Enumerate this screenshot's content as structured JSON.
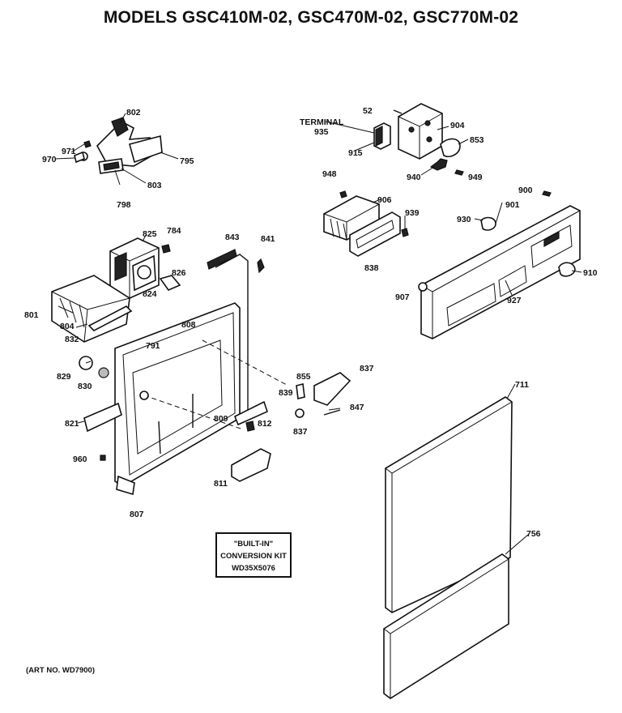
{
  "title": "MODELS GSC410M-02, GSC470M-02, GSC770M-02",
  "art_number": "(ART NO. WD7900)",
  "conversion_kit": {
    "line1": "\"BUILT-IN\"",
    "line2": "CONVERSION KIT",
    "line3": "WD35X5076"
  },
  "terminal_label": "TERMINAL",
  "callouts": [
    "802",
    "971",
    "970",
    "795",
    "803",
    "798",
    "52",
    "935",
    "915",
    "904",
    "853",
    "940",
    "949",
    "948",
    "906",
    "939",
    "838",
    "900",
    "901",
    "930",
    "910",
    "907",
    "927",
    "825",
    "784",
    "843",
    "841",
    "826",
    "824",
    "801",
    "804",
    "832",
    "808",
    "791",
    "829",
    "830",
    "855",
    "837",
    "839",
    "847",
    "809",
    "812",
    "821",
    "960",
    "811",
    "807",
    "711",
    "756"
  ]
}
